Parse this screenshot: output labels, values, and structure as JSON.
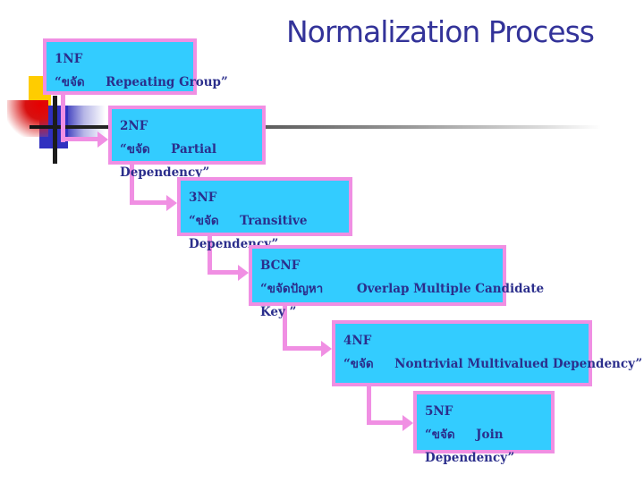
{
  "slide": {
    "title": "Normalization Process",
    "colors": {
      "title_text": "#333399",
      "box_fill": "#33CCFF",
      "box_border": "#F08FE3",
      "box_text": "#2B2E8C",
      "arrow": "#F08FE3",
      "decor_yellow": "#FFCC00",
      "decor_red": "#D81010",
      "decor_navy": "#3030C0",
      "decor_line": "#1C1C1C"
    },
    "boxes": [
      {
        "id": "1nf",
        "lines": [
          "1NF",
          "“ขจัด     Repeating Group”"
        ]
      },
      {
        "id": "2nf",
        "lines": [
          "2NF",
          "“ขจัด     Partial",
          "Dependency”"
        ]
      },
      {
        "id": "3nf",
        "lines": [
          "3NF",
          "“ขจัด     Transitive",
          "Dependency”"
        ]
      },
      {
        "id": "bcnf",
        "lines": [
          "BCNF",
          "“ขจัดปัญหา        Overlap Multiple Candidate",
          "Key ”"
        ]
      },
      {
        "id": "4nf",
        "lines": [
          "4NF",
          "“ขจัด     Nontrivial Multivalued Dependency”"
        ]
      },
      {
        "id": "5nf",
        "lines": [
          "5NF",
          "“ขจัด     Join",
          "Dependency”"
        ]
      }
    ]
  }
}
